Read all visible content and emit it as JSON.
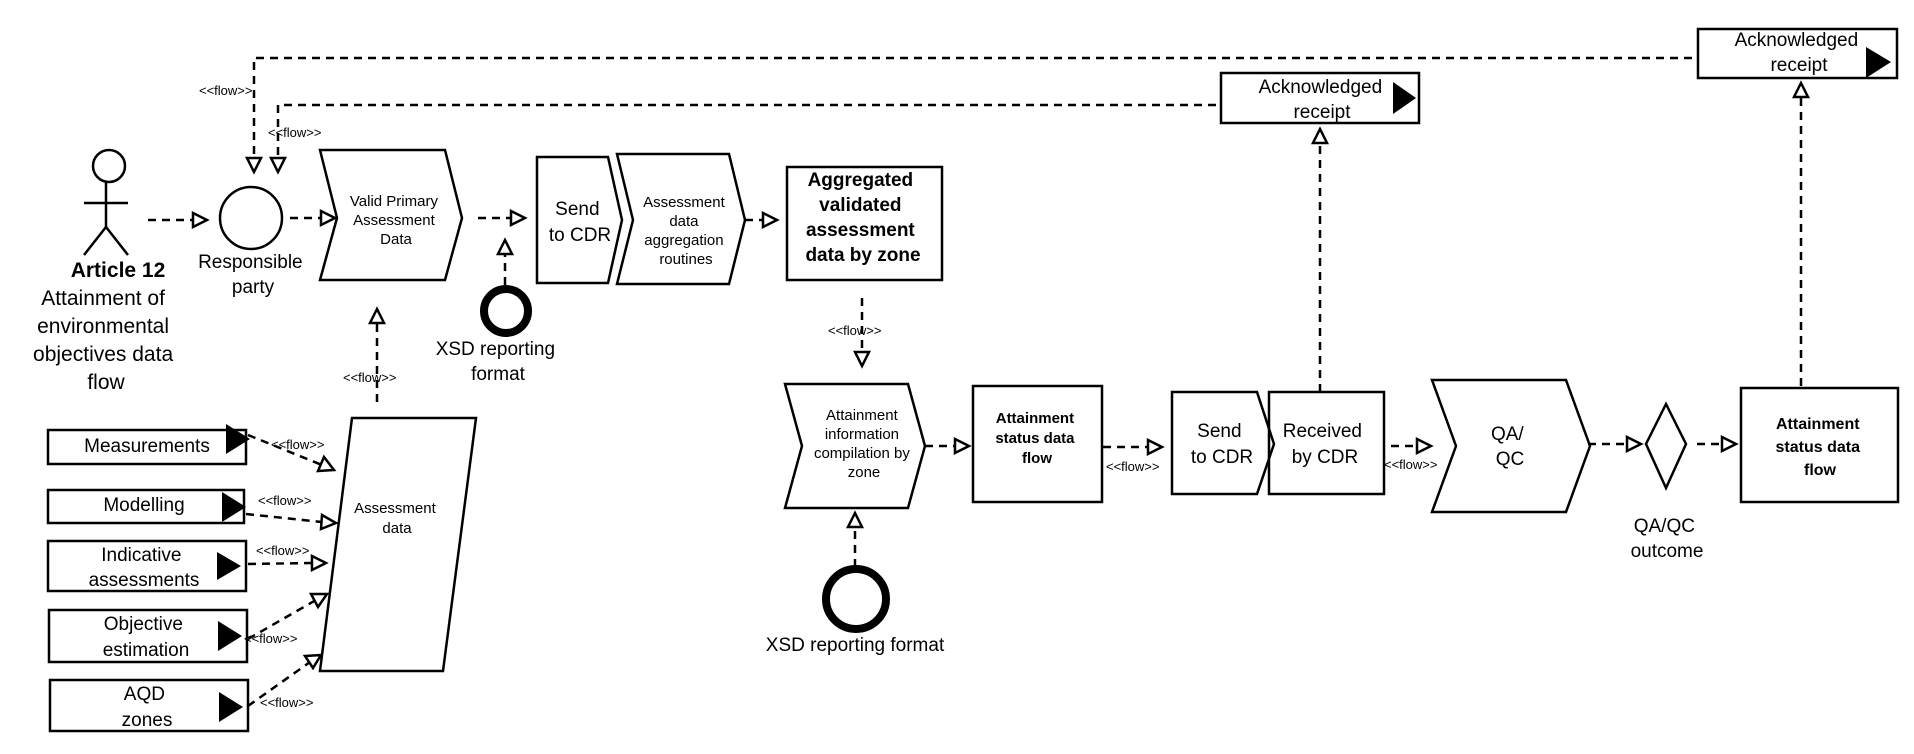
{
  "actor": {
    "title": "Article 12",
    "lines": [
      "Attainment of",
      "environmental",
      "objectives data",
      "flow"
    ]
  },
  "responsible_party": [
    "Responsible",
    "party"
  ],
  "valid_primary": [
    "Valid Primary",
    "Assessment",
    "Data"
  ],
  "xsd_top": [
    "XSD reporting",
    "format"
  ],
  "send_cdr_1": [
    "Send",
    "to CDR"
  ],
  "aggregation_routines": [
    "Assessment",
    "data",
    "aggregation",
    "routines"
  ],
  "aggregated": [
    "Aggregated",
    "validated",
    "assessment",
    "data by zone"
  ],
  "ack_1": [
    "Acknowledged",
    "receipt"
  ],
  "ack_2": [
    "Acknowledged",
    "receipt"
  ],
  "flow_label": "<<flow>>",
  "assessment_data": [
    "Assessment",
    "data"
  ],
  "inputs": {
    "measurements": "Measurements",
    "modelling": "Modelling",
    "indicative": [
      "Indicative",
      "assessments"
    ],
    "objective": [
      "Objective",
      "estimation"
    ],
    "aqd_zones": [
      "AQD",
      "zones"
    ]
  },
  "compilation": [
    "Attainment",
    "information",
    "compilation by",
    "zone"
  ],
  "status_1": [
    "Attainment",
    "status data",
    "flow"
  ],
  "send_cdr_2": [
    "Send",
    "to CDR"
  ],
  "received_cdr": [
    "Received",
    "by CDR"
  ],
  "qaqc": [
    "QA/",
    "QC"
  ],
  "qaqc_outcome": [
    "QA/QC",
    "outcome"
  ],
  "status_2": [
    "Attainment",
    "status data",
    "flow"
  ],
  "xsd_bottom": "XSD reporting format"
}
